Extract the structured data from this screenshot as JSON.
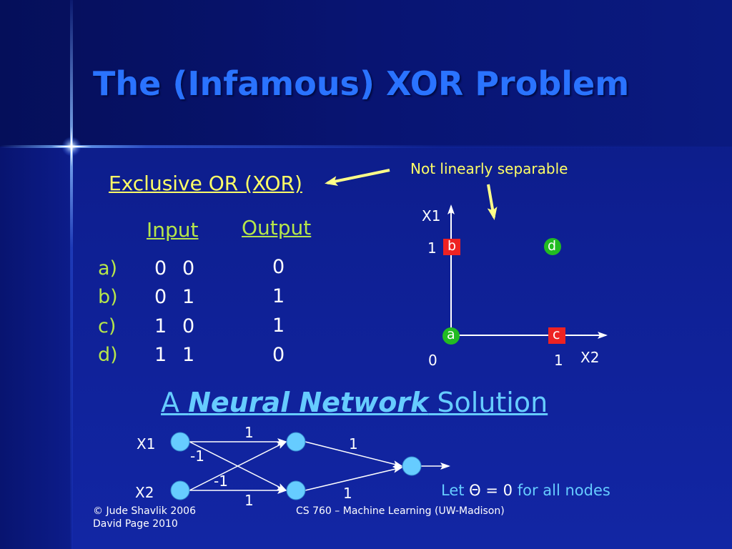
{
  "title": "The (Infamous) XOR Problem",
  "xor_label": "Exclusive OR (XOR)",
  "annotation": "Not linearly separable",
  "table": {
    "input_header": "Input",
    "output_header": "Output",
    "rows": [
      {
        "label": "a)",
        "x1": "0",
        "x2": "0",
        "out": "0"
      },
      {
        "label": "b)",
        "x1": "0",
        "x2": "1",
        "out": "1"
      },
      {
        "label": "c)",
        "x1": "1",
        "x2": "0",
        "out": "1"
      },
      {
        "label": "d)",
        "x1": "1",
        "x2": "1",
        "out": "0"
      }
    ]
  },
  "plot": {
    "y_axis": "X1",
    "x_axis": "X2",
    "y_tick": "1",
    "x_tick": "1",
    "origin": "0",
    "points": [
      {
        "label": "a",
        "color": "#22bb22"
      },
      {
        "label": "b",
        "color": "#ee2222"
      },
      {
        "label": "c",
        "color": "#ee2222"
      },
      {
        "label": "d",
        "color": "#22bb22"
      }
    ]
  },
  "nn": {
    "title_pre": "A ",
    "title_em": "Neural Network",
    "title_post": " Solution",
    "input1": "X1",
    "input2": "X2",
    "weights": {
      "x1_h1": "1",
      "x1_h2": "-1",
      "x2_h1": "-1",
      "x2_h2": "1",
      "h1_out": "1",
      "h2_out": "1"
    },
    "note_let": "Let",
    "note_theta": "Θ = 0",
    "note_rest": "for all nodes",
    "node_color": "#66ccff"
  },
  "footer": {
    "copyright": "© Jude Shavlik 2006",
    "author2": "David Page 2010",
    "course": "CS 760 – Machine Learning (UW-Madison)"
  }
}
